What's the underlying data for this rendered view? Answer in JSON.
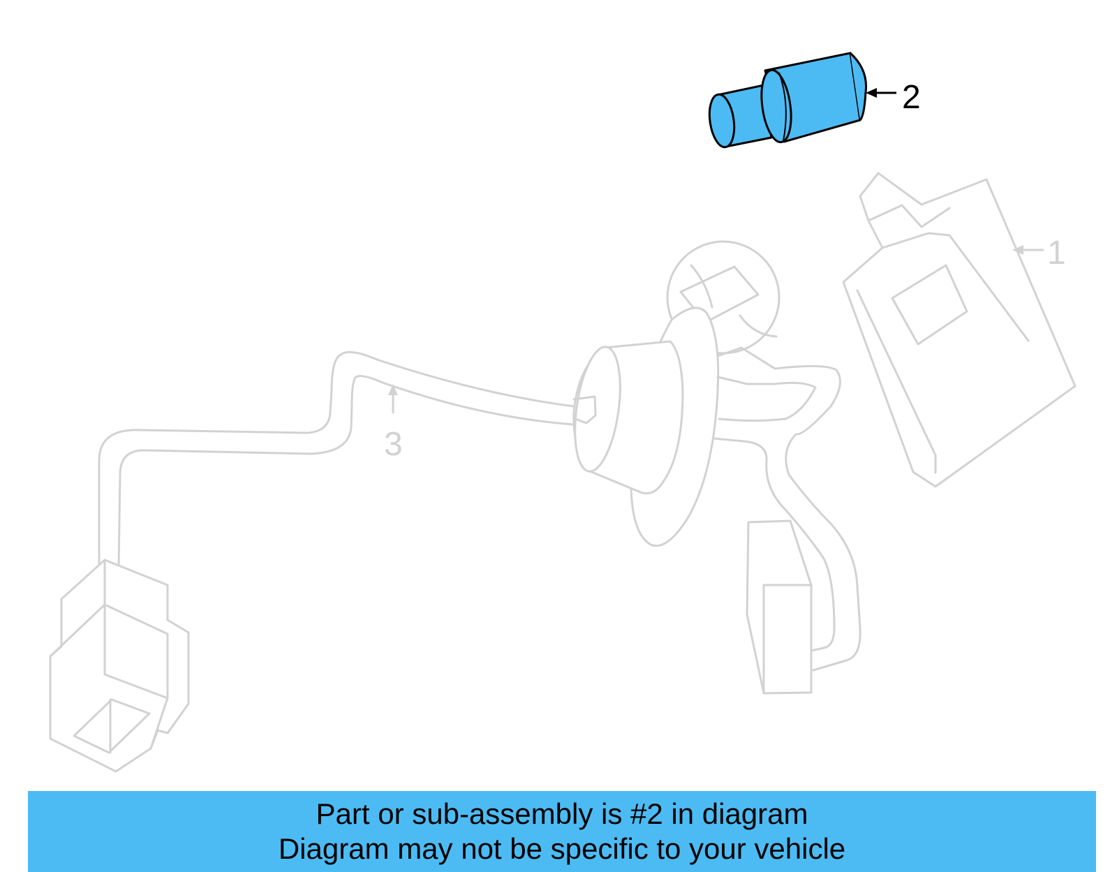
{
  "callouts": {
    "part1": "1",
    "part2": "2",
    "part3": "3"
  },
  "colors": {
    "highlight": "#4dbbf3",
    "ghost_line": "#d2d2d2",
    "outline": "#000000"
  },
  "banner": {
    "line1": "Part or sub-assembly is #2 in diagram",
    "line2": "Diagram may not be specific to your vehicle"
  }
}
